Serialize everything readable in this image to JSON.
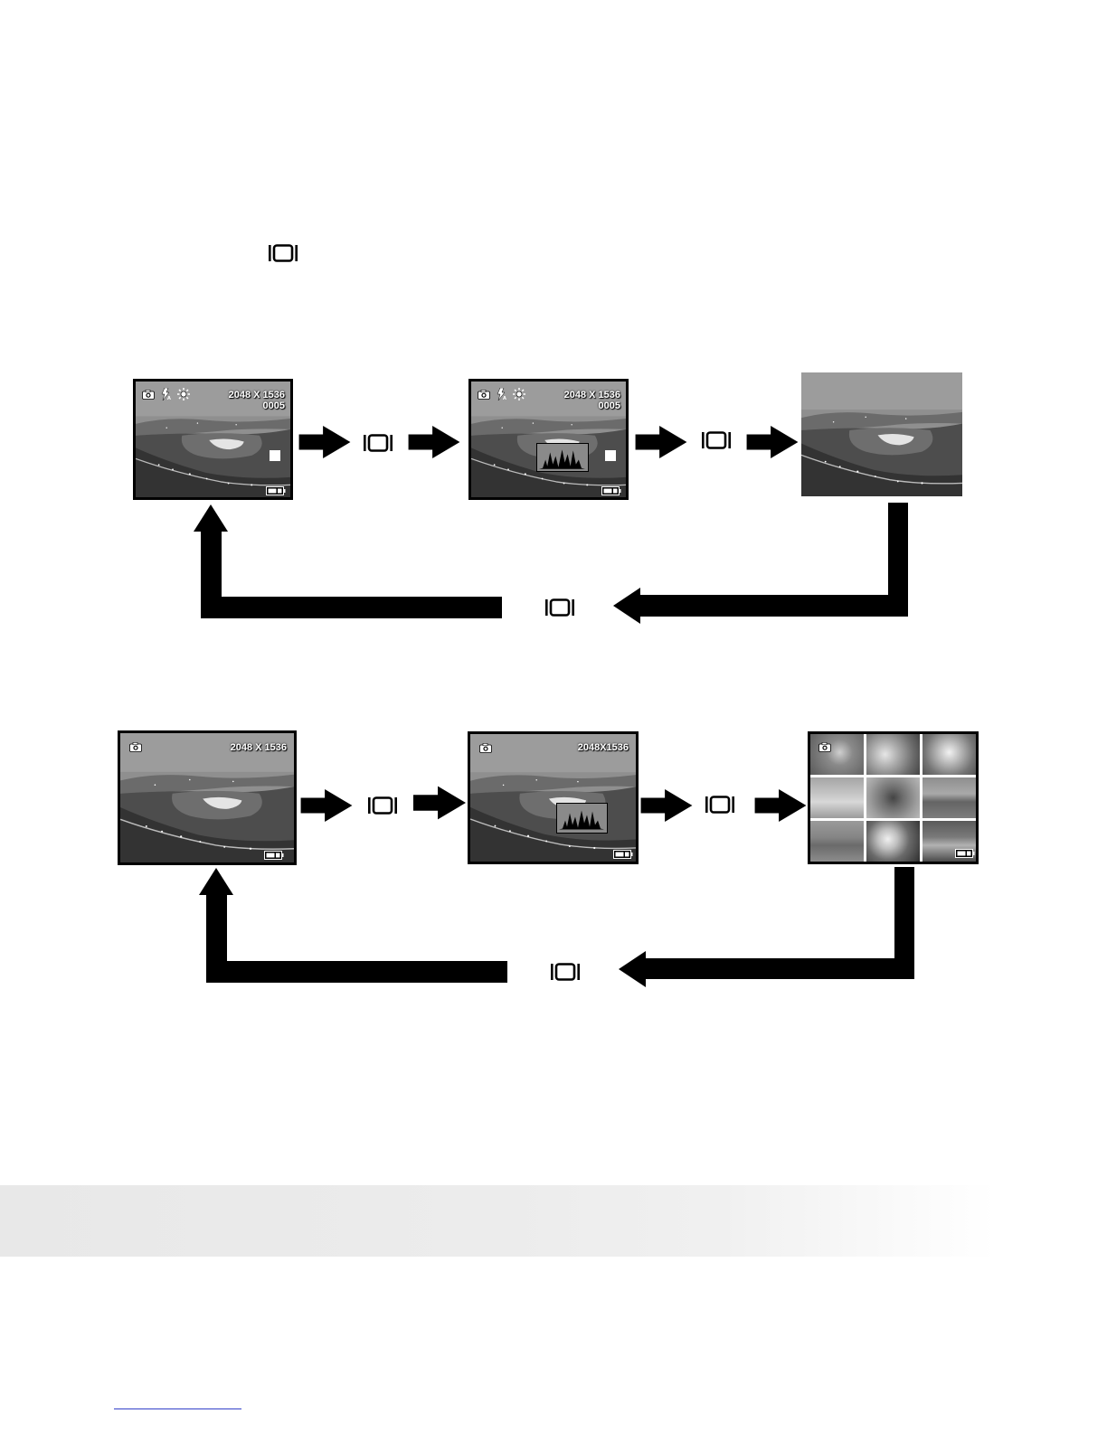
{
  "button": {
    "icon_name": "display-button-icon"
  },
  "sequence_photo": {
    "screen1": {
      "resolution": "2048 X 1536",
      "count": "0005"
    },
    "screen2": {
      "resolution": "2048 X 1536",
      "count": "0005"
    }
  },
  "sequence_video": {
    "screen1": {
      "resolution": "2048 X 1536"
    },
    "screen2": {
      "resolution": "2048X1536"
    }
  },
  "colors": {
    "arrow": "#000000",
    "band": "#ebebeb",
    "footer_rule": "#3340c8"
  }
}
